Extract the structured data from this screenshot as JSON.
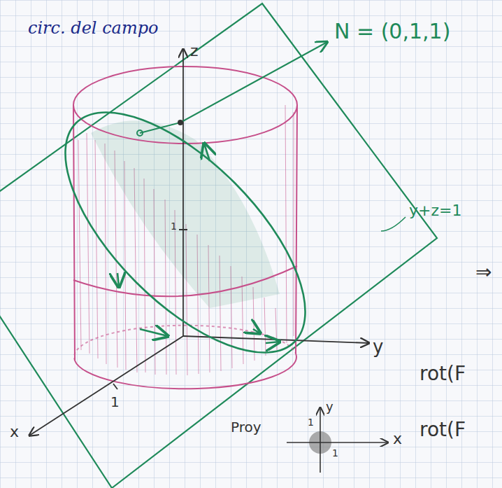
{
  "diagram": {
    "labels": [
      "circ. del campo",
      "N = (0,1,1)",
      "z",
      "y+z=1",
      "y",
      "x",
      "1",
      "1",
      "Proy",
      "y",
      "1",
      "x",
      "1",
      "⇒",
      "rot(F",
      "rot(F"
    ]
  }
}
